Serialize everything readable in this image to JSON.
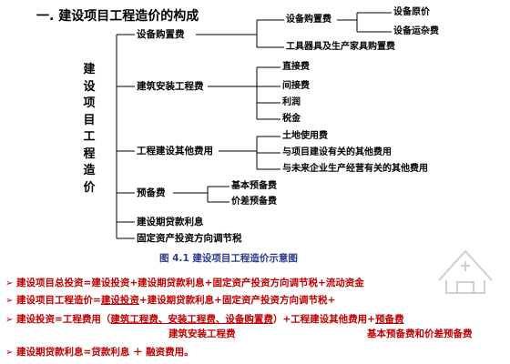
{
  "heading": "一. 建设项目工程造价的构成",
  "root": "建设项目工程造价",
  "nodes": {
    "equipment": "设备购置费",
    "equipment_purchase": "设备购置费",
    "equipment_price": "设备原价",
    "equipment_freight": "设备运杂费",
    "tools": "工具器具及生产家具购置费",
    "construction": "建筑安装工程费",
    "direct": "直接费",
    "indirect": "间接费",
    "profit": "利润",
    "tax": "税金",
    "other": "工程建设其他费用",
    "land": "土地使用费",
    "project_related": "与项目建设有关的其他费用",
    "future_ops": "与未来企业生产经营有关的其他费用",
    "reserve": "预备费",
    "basic_reserve": "基本预备费",
    "price_reserve": "价差预备费",
    "loan_interest": "建设期贷款利息",
    "adjustment_tax": "固定资产投资方向调节税"
  },
  "caption": "图 4.1  建设项目工程造价示意图",
  "formulas": {
    "f1": {
      "p1": "建设项目总投资=建设投资+建设期贷款利息+固定资产投资方向调节税+流动资金"
    },
    "f2": {
      "p1": "建设项目工程造价=",
      "p2": "建设投资",
      "p3": "+建设期贷款利息+固定资产投资方向调节税+"
    },
    "f3": {
      "p1": "建设投资=工程费用（",
      "p2": "建筑工程费、安装工程费、设备购置费",
      "p3": "）+工程建设其他费用+",
      "p4": "预备费",
      "sub_left": "建筑安装工程费",
      "sub_right": "基本预备费和价差预备费"
    },
    "f4": {
      "p1": "建设期贷款利息=贷款利息 ＋ 融资费用。"
    }
  },
  "colors": {
    "formula": "#c00000",
    "caption": "#2d3b8c",
    "watermark": "#cfcfcf"
  },
  "icons": {
    "bullet": "arrow-bullet-icon",
    "watermark": "watermark-logo-icon"
  }
}
